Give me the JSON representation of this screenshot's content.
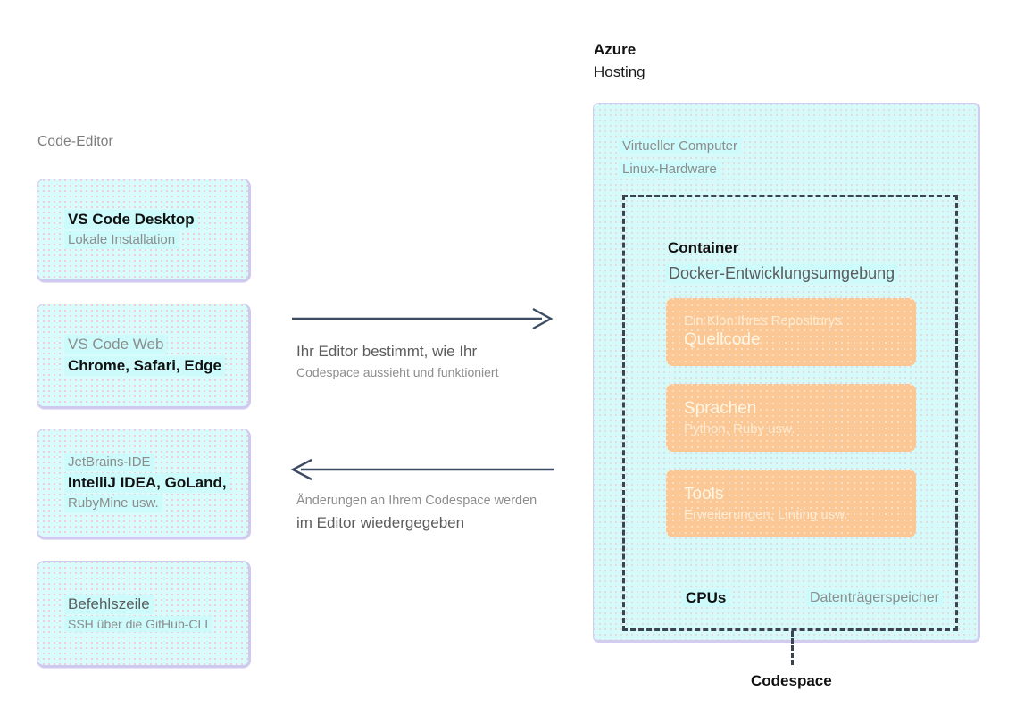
{
  "left": {
    "section_label": "Code-Editor",
    "cards": [
      {
        "lines": [
          {
            "text": "VS Code Desktop",
            "style": "bold-black",
            "size": 17
          },
          {
            "text": "Lokale Installation",
            "style": "gray",
            "size": 15
          }
        ]
      },
      {
        "lines": [
          {
            "text": "VS Code Web",
            "style": "gray",
            "size": 17
          },
          {
            "text": "Chrome, Safari, Edge",
            "style": "bold-black",
            "size": 17
          }
        ]
      },
      {
        "lines": [
          {
            "text": "JetBrains-IDE",
            "style": "gray",
            "size": 15
          },
          {
            "text": "IntelliJ IDEA, GoLand,",
            "style": "bold-black",
            "size": 17
          },
          {
            "text": "RubyMine usw.",
            "style": "gray",
            "size": 15
          }
        ]
      },
      {
        "lines": [
          {
            "text": "Befehlszeile",
            "style": "dark",
            "size": 17
          },
          {
            "text": "SSH über die GitHub-CLI",
            "style": "gray",
            "size": 14
          }
        ]
      }
    ]
  },
  "middle": {
    "arrow_right": {
      "direction": "right",
      "caption_line1": "Ihr Editor bestimmt, wie Ihr",
      "caption_line1_style": "dark",
      "caption_line2": "Codespace aussieht und funktioniert",
      "caption_line2_style": "gray"
    },
    "arrow_left": {
      "direction": "left",
      "caption_line1": "Änderungen an Ihrem Codespace werden",
      "caption_line1_style": "gray",
      "caption_line2": "im Editor wiedergegeben",
      "caption_line2_style": "dark"
    }
  },
  "right": {
    "header_title": "Azure",
    "header_subtitle": "Hosting",
    "vm_label_1": "Virtueller Computer",
    "vm_label_2": "Linux-Hardware",
    "container_title": "Container",
    "container_subtitle": "Docker-Entwicklungsumgebung",
    "cards": [
      {
        "lines": [
          {
            "text": "Ein Klon Ihres Repositorys",
            "style": "white-faint",
            "size": 15
          },
          {
            "text": "Quellcode",
            "style": "white",
            "size": 19
          }
        ]
      },
      {
        "lines": [
          {
            "text": "Sprachen",
            "style": "white",
            "size": 19
          },
          {
            "text": "Python, Ruby usw.",
            "style": "white-faint",
            "size": 15
          }
        ]
      },
      {
        "lines": [
          {
            "text": "Tools",
            "style": "white",
            "size": 19
          },
          {
            "text": "Erweiterungen, Linting usw.",
            "style": "white-faint",
            "size": 15
          }
        ]
      }
    ],
    "hardware_left": "CPUs",
    "hardware_right": "Datenträgerspeicher",
    "codespace_label": "Codespace"
  },
  "colors": {
    "cyan_card": "#d9fbfb",
    "cyan_panel": "#d6fafa",
    "card_border": "#cfc9f0",
    "orange_card": "#fac795",
    "arrow": "#3e4c63",
    "dashed_border": "#3b4252",
    "highlight": "#cdfafa",
    "text_gray": "#8d8d8d",
    "text_dark": "#5c5c5c",
    "text_black": "#111111"
  }
}
